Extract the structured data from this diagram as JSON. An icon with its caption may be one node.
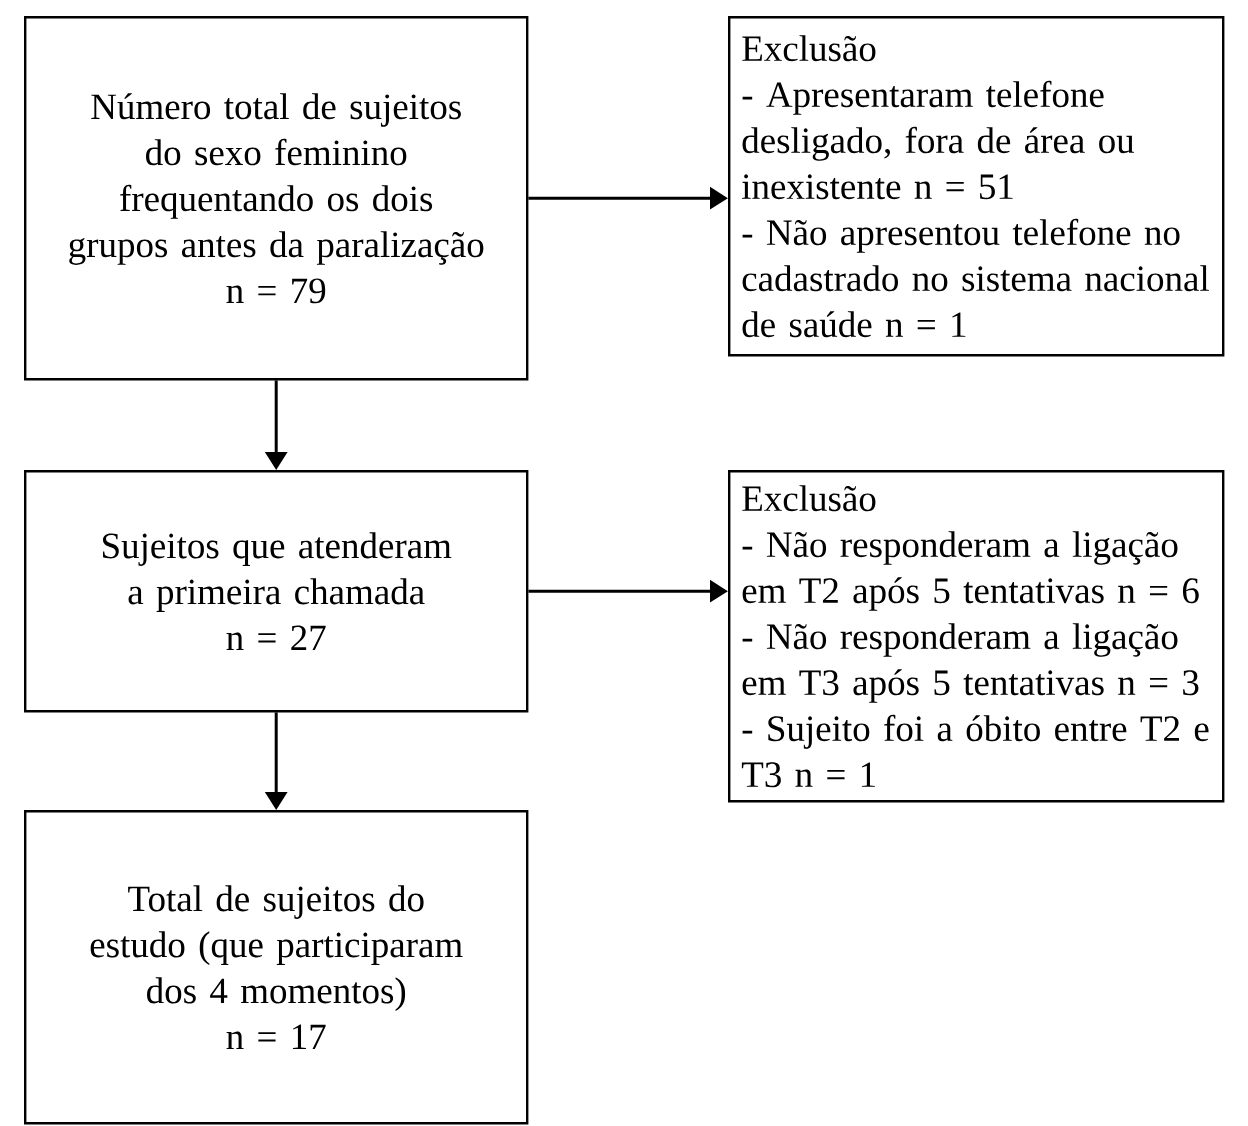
{
  "diagram": {
    "nodes": [
      {
        "text": [
          "Número total de sujeitos do sexo feminino frequentando os dois grupos antes da paralização",
          "n = 79"
        ]
      },
      {
        "text": [
          "Exclusão",
          "- Apresentaram telefone desligado, fora de área ou inexistente n = 51",
          "- Não apresentou telefone no cadastrado no sistema nacional de saúde n = 1"
        ]
      },
      {
        "text": [
          "Sujeitos que atenderam a primeira chamada",
          "n = 27"
        ]
      },
      {
        "text": [
          "Exclusão",
          "- Não responderam a ligação em T2 após 5 tentativas n = 6",
          "- Não responderam a ligação em T3 após 5 tentativas n = 3",
          "- Sujeito foi a óbito entre T2 e T3 n = 1"
        ]
      },
      {
        "text": [
          "Total de sujeitos do estudo (que participaram dos 4 momentos)",
          "n = 17"
        ]
      }
    ],
    "edges": [
      {
        "from": 0,
        "to": 1,
        "arrow": "to"
      },
      {
        "from": 0,
        "to": 2,
        "arrow": "to"
      },
      {
        "from": 2,
        "to": 3,
        "arrow": "to"
      },
      {
        "from": 2,
        "to": 4,
        "arrow": "to"
      }
    ]
  }
}
